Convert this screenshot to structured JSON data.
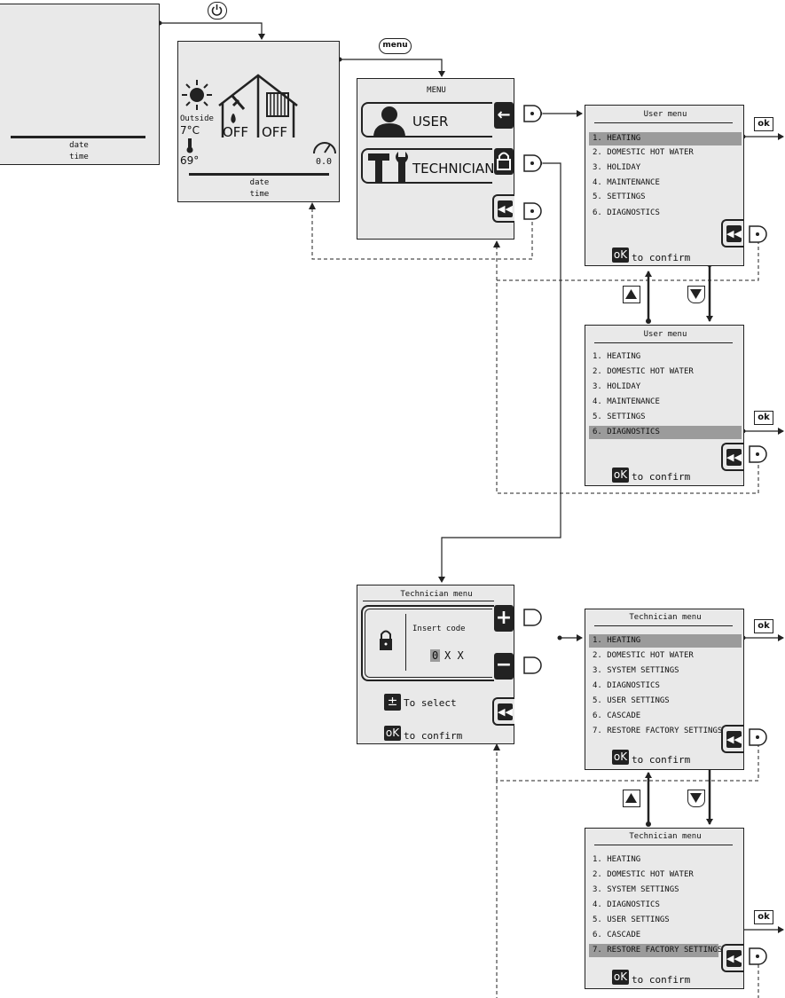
{
  "icons": {
    "power": "power-icon",
    "menu_pill": "menu-pill",
    "ok": "ok-button-icon",
    "arrow_up": "arrow-up-icon",
    "arrow_down": "arrow-down-icon",
    "rewind": "rewind-icon"
  },
  "screen1": {
    "date": "date",
    "time": "time"
  },
  "screen2": {
    "outside": "Outside",
    "temp_outside": "7°C",
    "temp_water": "69°",
    "status_left": "OFF",
    "status_right": "OFF",
    "pressure": "0.0",
    "date": "date",
    "time": "time"
  },
  "menu_pill_label": "menu",
  "main_menu": {
    "title": "MENU",
    "user": "USER",
    "technician": "TECHNICIAN"
  },
  "user_menu": {
    "title": "User menu",
    "items": [
      "1. HEATING",
      "2. DOMESTIC HOT WATER",
      "3. HOLIDAY",
      "4. MAINTENANCE",
      "5. SETTINGS",
      "6. DIAGNOSTICS"
    ],
    "confirm": "to confirm",
    "ok_label": "ok",
    "ok_icon_label": "oK"
  },
  "code_screen": {
    "title": "Technician menu",
    "insert": "Insert code",
    "code_digit": "0",
    "code_rest": "X X",
    "select": "To select",
    "confirm": "to confirm",
    "ok_icon_label": "oK"
  },
  "tech_menu": {
    "title": "Technician menu",
    "items": [
      "1. HEATING",
      "2. DOMESTIC HOT WATER",
      "3. SYSTEM SETTINGS",
      "4. DIAGNOSTICS",
      "5. USER SETTINGS",
      "6. CASCADE",
      "7. RESTORE FACTORY SETTINGS"
    ],
    "confirm": "to confirm",
    "ok_label": "ok",
    "ok_icon_label": "oK"
  }
}
